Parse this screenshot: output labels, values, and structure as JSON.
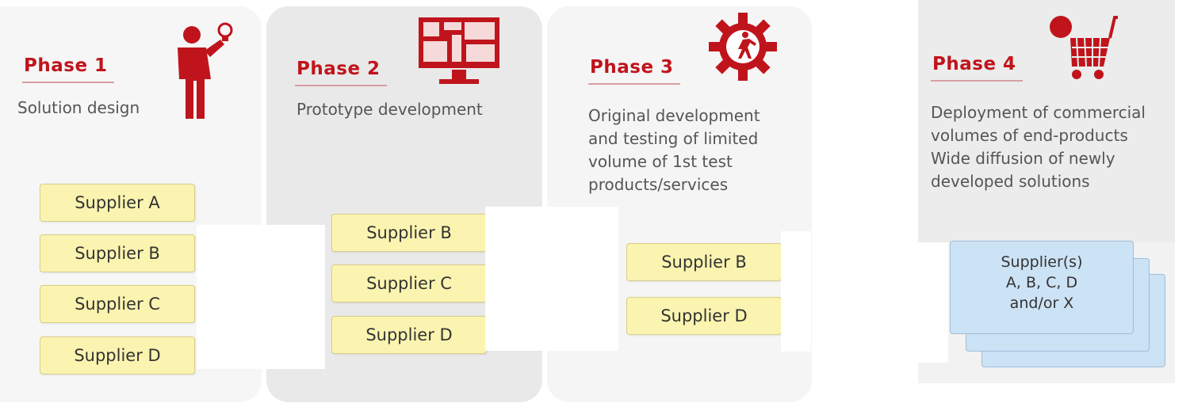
{
  "colors": {
    "accent": "#c0141c",
    "supplier_fill": "#fbf4b0",
    "stack_fill": "#cce2f5"
  },
  "phases": [
    {
      "title": "Phase 1",
      "description": "Solution design",
      "icon": "businessman-lightbulb-icon",
      "suppliers": [
        "Supplier A",
        "Supplier B",
        "Supplier C",
        "Supplier D"
      ]
    },
    {
      "title": "Phase 2",
      "description": "Prototype development",
      "icon": "computer-monitor-icon",
      "suppliers": [
        "Supplier B",
        "Supplier C",
        "Supplier D"
      ]
    },
    {
      "title": "Phase 3",
      "description": "Original development\nand testing of limited\nvolume of 1st test\nproducts/services",
      "icon": "gear-runner-icon",
      "suppliers": [
        "Supplier B",
        "Supplier D"
      ]
    },
    {
      "title": "Phase 4",
      "description": "Deployment of commercial\nvolumes of end-products\nWide diffusion of newly\ndeveloped solutions",
      "icon": "shopping-cart-icon",
      "stack_label": "Supplier(s)\nA, B, C, D\nand/or X"
    }
  ]
}
